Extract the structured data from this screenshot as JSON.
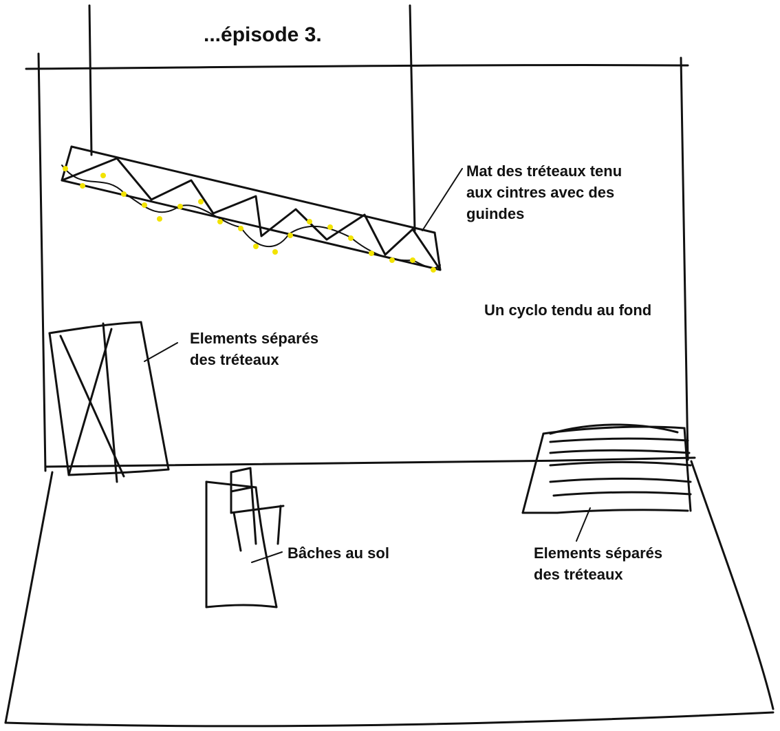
{
  "title": "...épisode 3.",
  "labels": {
    "truss": [
      "Mat des tréteaux tenu",
      "aux cintres avec des",
      "guindes"
    ],
    "cyclo": "Un cyclo tendu au fond",
    "left_elements": [
      "Elements séparés",
      "des tréteaux"
    ],
    "tarps": "Bâches au sol",
    "right_elements": [
      "Elements séparés",
      "des tréteaux"
    ]
  },
  "colors": {
    "ink": "#111111",
    "bulb": "#f2e300",
    "paper": "#ffffff"
  }
}
